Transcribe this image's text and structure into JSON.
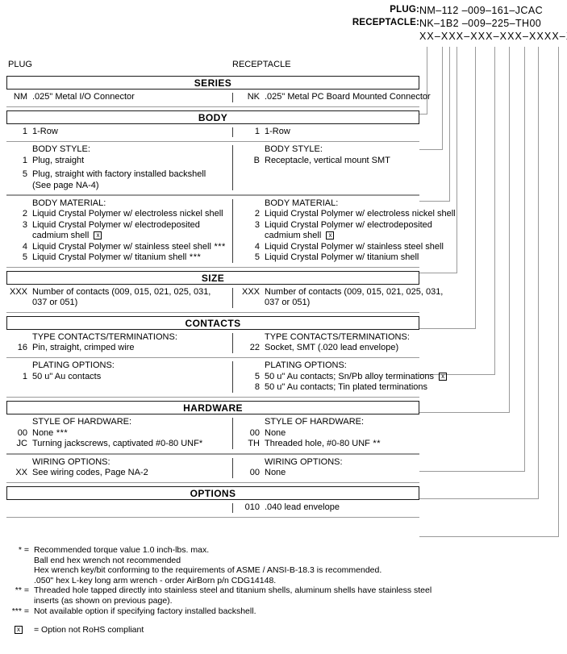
{
  "header": {
    "rows": [
      {
        "label": "PLUG:",
        "value": "NM–112 –009–161–JCAC"
      },
      {
        "label": "RECEPTACLE:",
        "value": "NK–1B2 –009–225–TH00"
      }
    ],
    "mask": "XX–XXX–XXX–XXX–XXXX–XXX"
  },
  "columns": {
    "left": "PLUG",
    "right": "RECEPTACLE"
  },
  "sections": [
    {
      "band": "SERIES",
      "blocks": [
        {
          "left": {
            "title": "",
            "lines": [
              {
                "code": "NM",
                "text": ".025\" Metal I/O Connector"
              }
            ]
          },
          "right": {
            "title": "",
            "lines": [
              {
                "code": "NK",
                "text": ".025\" Metal PC Board Mounted Connector"
              }
            ]
          }
        }
      ]
    },
    {
      "band": "BODY",
      "blocks": [
        {
          "left": {
            "title": "",
            "lines": [
              {
                "code": "1",
                "text": "1-Row"
              }
            ]
          },
          "right": {
            "title": "",
            "lines": [
              {
                "code": "1",
                "text": "1-Row"
              }
            ]
          }
        },
        {
          "left": {
            "title": "BODY STYLE:",
            "lines": [
              {
                "code": "1",
                "text": "Plug, straight"
              },
              {
                "code": "5",
                "text": "Plug, straight with factory installed backshell",
                "cont": "(See page NA-4)",
                "gap": true
              }
            ]
          },
          "right": {
            "title": "BODY STYLE:",
            "lines": [
              {
                "code": "B",
                "text": "Receptacle, vertical mount SMT"
              }
            ]
          }
        },
        {
          "left": {
            "title": "BODY MATERIAL:",
            "lines": [
              {
                "code": "2",
                "text": "Liquid Crystal Polymer w/ electroless nickel shell"
              },
              {
                "code": "3",
                "text": "Liquid Crystal Polymer w/ electrodeposited",
                "cont": "cadmium shell",
                "cont_rohs": true
              },
              {
                "code": "4",
                "text": "Liquid Crystal Polymer w/ stainless steel shell",
                "sup": "***"
              },
              {
                "code": "5",
                "text": "Liquid Crystal Polymer w/ titanium shell",
                "sup": "***"
              }
            ]
          },
          "right": {
            "title": "BODY MATERIAL:",
            "lines": [
              {
                "code": "2",
                "text": "Liquid Crystal Polymer w/ electroless nickel shell"
              },
              {
                "code": "3",
                "text": "Liquid Crystal Polymer w/ electrodeposited",
                "cont": "cadmium shell",
                "cont_rohs": true
              },
              {
                "code": "4",
                "text": " Liquid Crystal Polymer w/ stainless steel shell"
              },
              {
                "code": "5",
                "text": " Liquid Crystal Polymer w/ titanium shell"
              }
            ]
          }
        }
      ]
    },
    {
      "band": "SIZE",
      "blocks": [
        {
          "left": {
            "title": "",
            "lines": [
              {
                "code": "XXX",
                "text": "Number of contacts (009, 015, 021, 025, 031,",
                "cont": "037 or 051)"
              }
            ]
          },
          "right": {
            "title": "",
            "lines": [
              {
                "code": "XXX",
                "text": "Number of contacts (009, 015, 021, 025, 031,",
                "cont": "037 or 051)"
              }
            ]
          }
        }
      ]
    },
    {
      "band": "CONTACTS",
      "blocks": [
        {
          "left": {
            "title": "TYPE CONTACTS/TERMINATIONS:",
            "lines": [
              {
                "code": "16",
                "text": "Pin, straight, crimped wire"
              }
            ]
          },
          "right": {
            "title": "TYPE CONTACTS/TERMINATIONS:",
            "lines": [
              {
                "code": "22",
                "text": "Socket, SMT (.020 lead envelope)"
              }
            ]
          }
        },
        {
          "left": {
            "title": "PLATING OPTIONS:",
            "lines": [
              {
                "code": "1",
                "text": "50 u\" Au contacts"
              }
            ]
          },
          "right": {
            "title": "PLATING OPTIONS:",
            "lines": [
              {
                "code": "5",
                "text": "50 u\" Au contacts; Sn/Pb alloy terminations",
                "rohs": true
              },
              {
                "code": "8",
                "text": " 50 u\" Au contacts; Tin plated terminations"
              }
            ]
          }
        }
      ]
    },
    {
      "band": "HARDWARE",
      "blocks": [
        {
          "left": {
            "title": "STYLE OF HARDWARE:",
            "lines": [
              {
                "code": "00",
                "text": "None",
                "sup": "***"
              },
              {
                "code": "JC",
                "text": "Turning jackscrews, captivated #0-80 UNF*"
              }
            ]
          },
          "right": {
            "title": "STYLE OF HARDWARE:",
            "lines": [
              {
                "code": "00",
                "text": "None"
              },
              {
                "code": "TH",
                "text": "Threaded hole, #0-80 UNF",
                "sup": "**"
              }
            ]
          }
        },
        {
          "left": {
            "title": "WIRING OPTIONS:",
            "lines": [
              {
                "code": "XX",
                "text": "See wiring codes, Page NA-2"
              }
            ]
          },
          "right": {
            "title": "WIRING OPTIONS:",
            "lines": [
              {
                "code": "00",
                "text": "None"
              }
            ]
          }
        }
      ]
    },
    {
      "band": "OPTIONS",
      "blocks": [
        {
          "left": {
            "title": "",
            "lines": []
          },
          "right": {
            "title": "",
            "lines": [
              {
                "code": "010",
                "text": ".040 lead envelope"
              }
            ]
          }
        }
      ]
    }
  ],
  "footnotes": [
    {
      "marker": "* =",
      "text": "Recommended torque value 1.0 inch-lbs. max.",
      "cont": [
        "Ball end hex wrench not recommended",
        "Hex wrench key/bit conforming to the requirements of ASME / ANSI-B-18.3 is recommended.",
        ".050\" hex L-key long arm wrench - order AirBorn p/n CDG14148."
      ]
    },
    {
      "marker": "** =",
      "text": "Threaded hole tapped directly into stainless steel and titanium shells, aluminum shells have stainless steel",
      "cont": [
        "inserts (as shown on previous page)."
      ]
    },
    {
      "marker": "*** =",
      "text": "Not available option if specifying factory installed backshell.",
      "cont": []
    }
  ],
  "rohs_note": {
    "marker": "rohs-icon",
    "text": "= Option not RoHS compliant"
  },
  "colors": {
    "ink": "#000000",
    "rule": "#9a9a9a",
    "leader": "#9a9a9a"
  }
}
